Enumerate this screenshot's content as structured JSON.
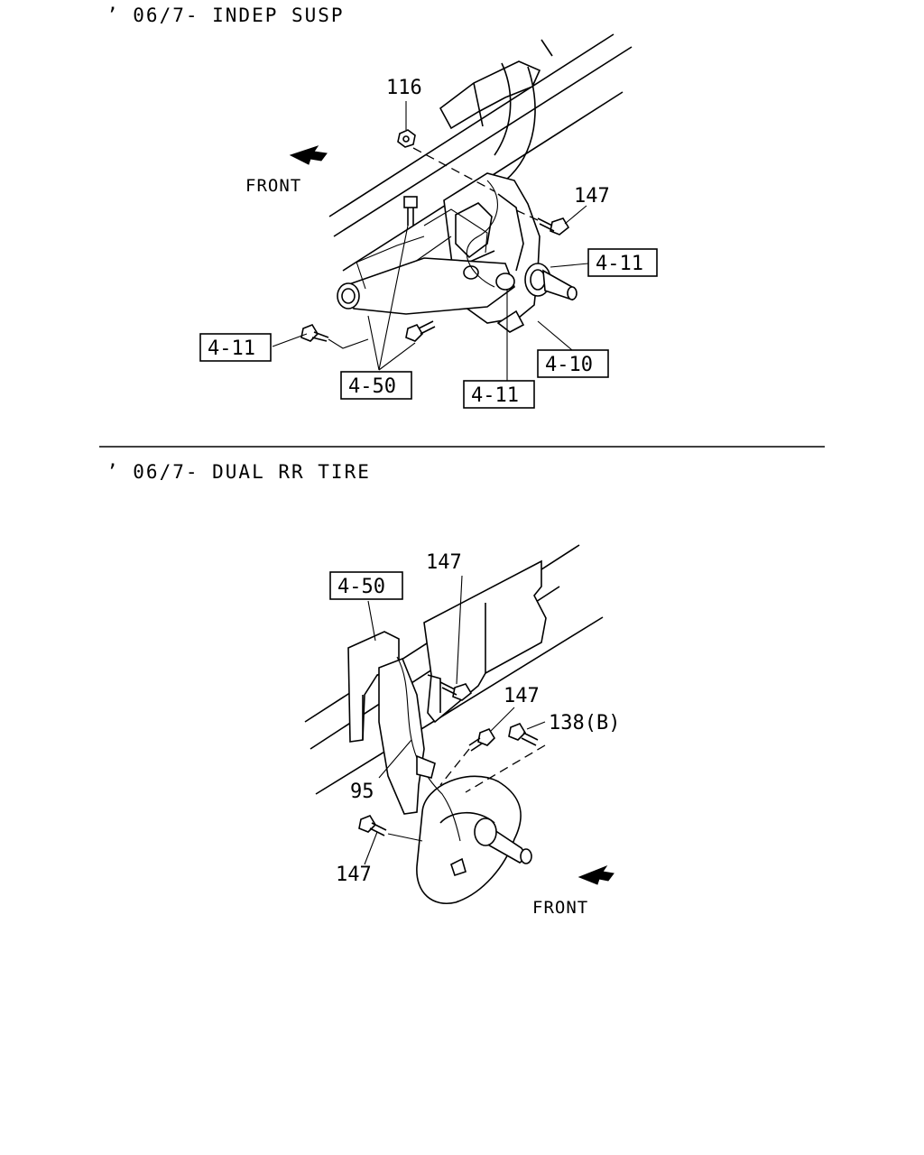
{
  "sections": [
    {
      "heading": "’ 06/7- INDEP SUSP",
      "front_label": "FRONT",
      "callouts": {
        "c116": "116",
        "c147": "147",
        "ref_4_11_right": "4-11",
        "ref_4_11_left": "4-11",
        "ref_4_11_bottom": "4-11",
        "ref_4_10": "4-10",
        "ref_4_50": "4-50"
      }
    },
    {
      "heading": "’ 06/7- DUAL RR TIRE",
      "front_label": "FRONT",
      "callouts": {
        "ref_4_50": "4-50",
        "c147_top": "147",
        "c147_mid": "147",
        "c138b": "138(B)",
        "c95": "95",
        "c147_bottom": "147"
      }
    }
  ]
}
